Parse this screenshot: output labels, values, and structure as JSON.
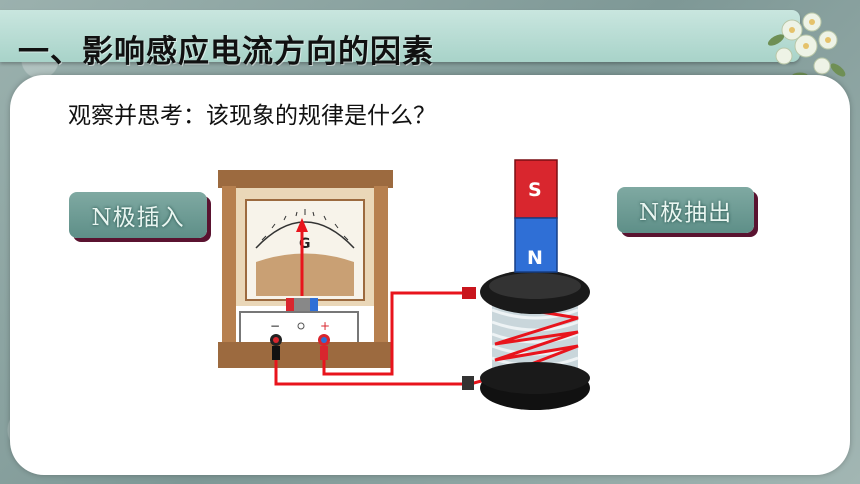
{
  "title": "一、影响感应电流方向的因素",
  "question": "观察并思考：该现象的规律是什么？",
  "buttons": {
    "insert": "N极插入",
    "pull": "N极抽出"
  },
  "galvanometer": {
    "letter": "G",
    "minus": "−",
    "plus": "+"
  },
  "magnet": {
    "top_pole": "S",
    "bottom_pole": "N",
    "colors": {
      "S": "#d9262e",
      "N": "#2f6fd6"
    }
  },
  "colors": {
    "wire": "#e8141c",
    "panel": "#ffffff",
    "title_bar": "#b8ddd5",
    "button_shadow": "#5a1330"
  }
}
